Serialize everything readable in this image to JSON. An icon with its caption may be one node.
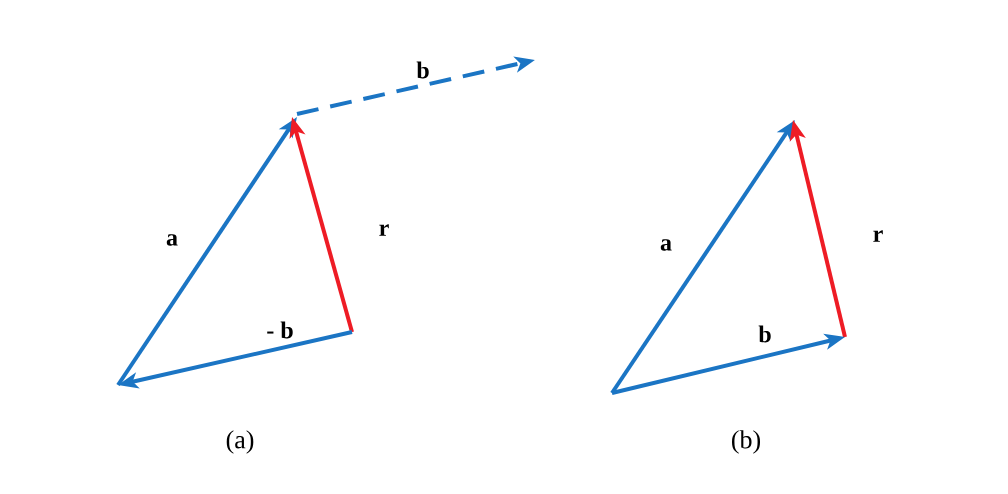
{
  "diagram": {
    "labels": [
      "b",
      "a",
      "r",
      "- b",
      "(a)",
      "a",
      "r",
      "b",
      "(b)"
    ]
  }
}
